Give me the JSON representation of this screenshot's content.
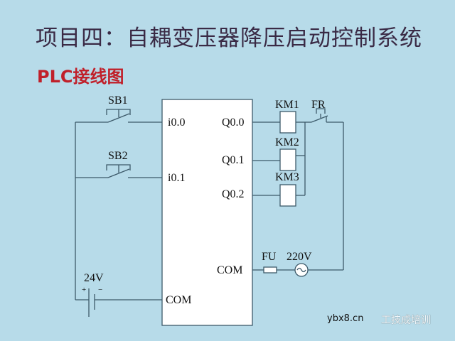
{
  "header": {
    "title": "项目四：自耦变压器降压启动控制系统",
    "subtitle": "PLC接线图"
  },
  "diagram": {
    "inputs": [
      {
        "switch": "SB1",
        "terminal": "i0.0"
      },
      {
        "switch": "SB2",
        "terminal": "i0.1"
      }
    ],
    "input_com": "COM",
    "outputs": [
      {
        "terminal": "Q0.0",
        "coil": "KM1"
      },
      {
        "terminal": "Q0.1",
        "coil": "KM2"
      },
      {
        "terminal": "Q0.2",
        "coil": "KM3"
      }
    ],
    "output_com": "COM",
    "overload_relay": "FR",
    "fuse": "FU",
    "ac_source": "220V",
    "dc_source": {
      "label": "24V",
      "plus": "+",
      "minus": "−"
    }
  },
  "watermark": {
    "site": "ybx8.cn",
    "brand": "工技成培训"
  },
  "colors": {
    "background": "#b7dbe9",
    "title": "#3a2a45",
    "subtitle": "#c0202a",
    "wire": "#3d5a6a",
    "box": "#ffffff"
  }
}
